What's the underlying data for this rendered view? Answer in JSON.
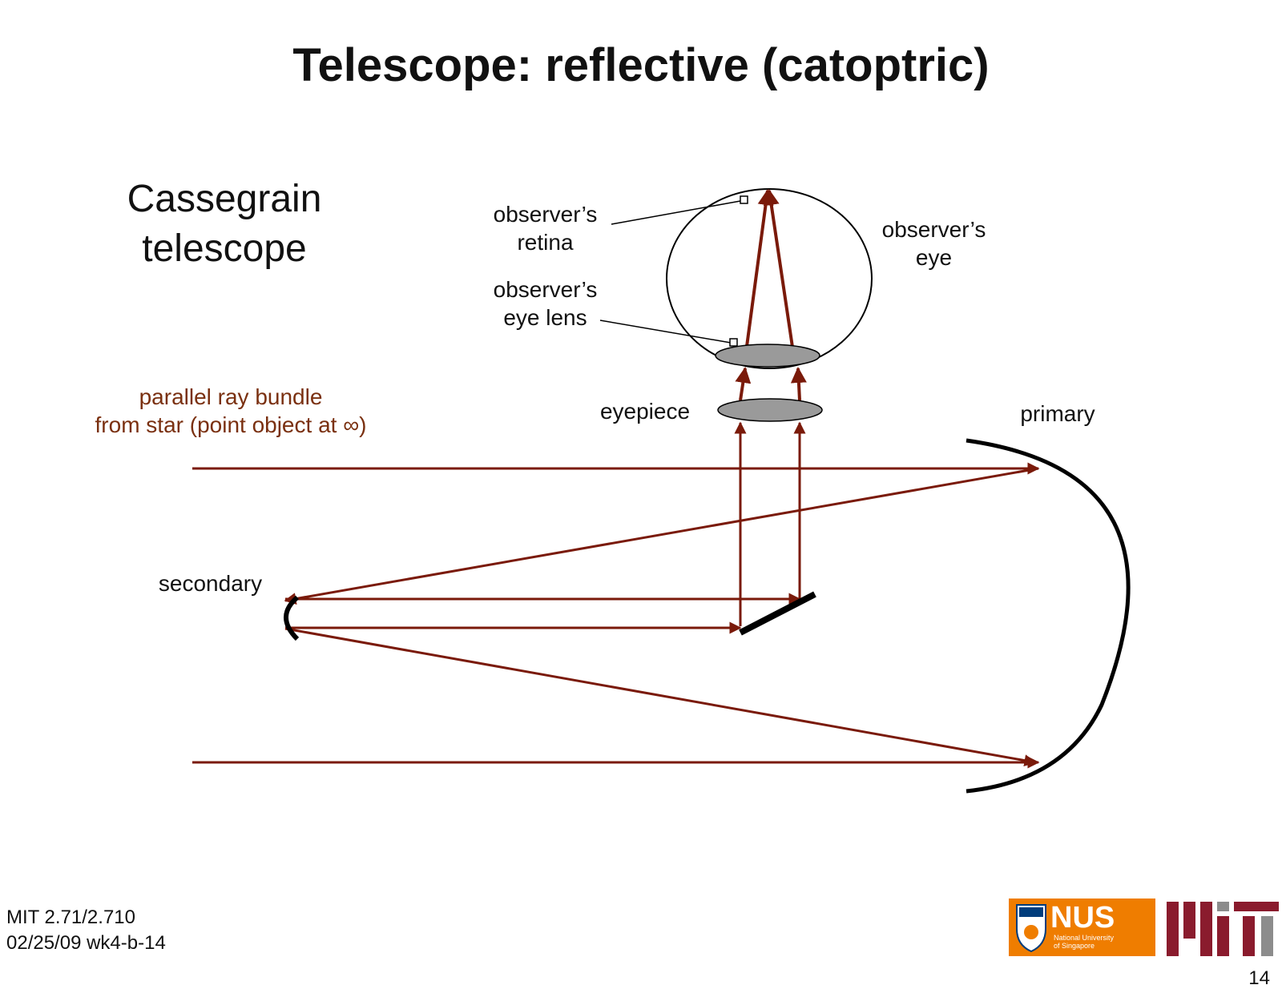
{
  "title": "Telescope: reflective (catoptric)",
  "subtitle_line1": "Cassegrain",
  "subtitle_line2": "telescope",
  "labels": {
    "retina_line1": "observer’s",
    "retina_line2": "retina",
    "eyelens_line1": "observer’s",
    "eyelens_line2": "eye lens",
    "eye_line1": "observer’s",
    "eye_line2": "eye",
    "eyepiece": "eyepiece",
    "primary": "primary",
    "secondary": "secondary",
    "bundle_line1": "parallel ray bundle",
    "bundle_line2": "from star (point object at ∞)"
  },
  "footer": {
    "course": "MIT 2.71/2.710",
    "date_code": "02/25/09 wk4-b-14",
    "page": "14"
  },
  "logos": {
    "nus_text": "NUS",
    "nus_sub_line1": "National University",
    "nus_sub_line2": "of Singapore"
  },
  "colors": {
    "ray": "#7a1a0a",
    "mirror": "#000000",
    "lens_fill": "#9a9a9a",
    "nus_orange": "#ef7d00",
    "nus_blue": "#003d7c",
    "mit_dark": "#8a1b2d",
    "mit_gray": "#8c8c8c"
  }
}
